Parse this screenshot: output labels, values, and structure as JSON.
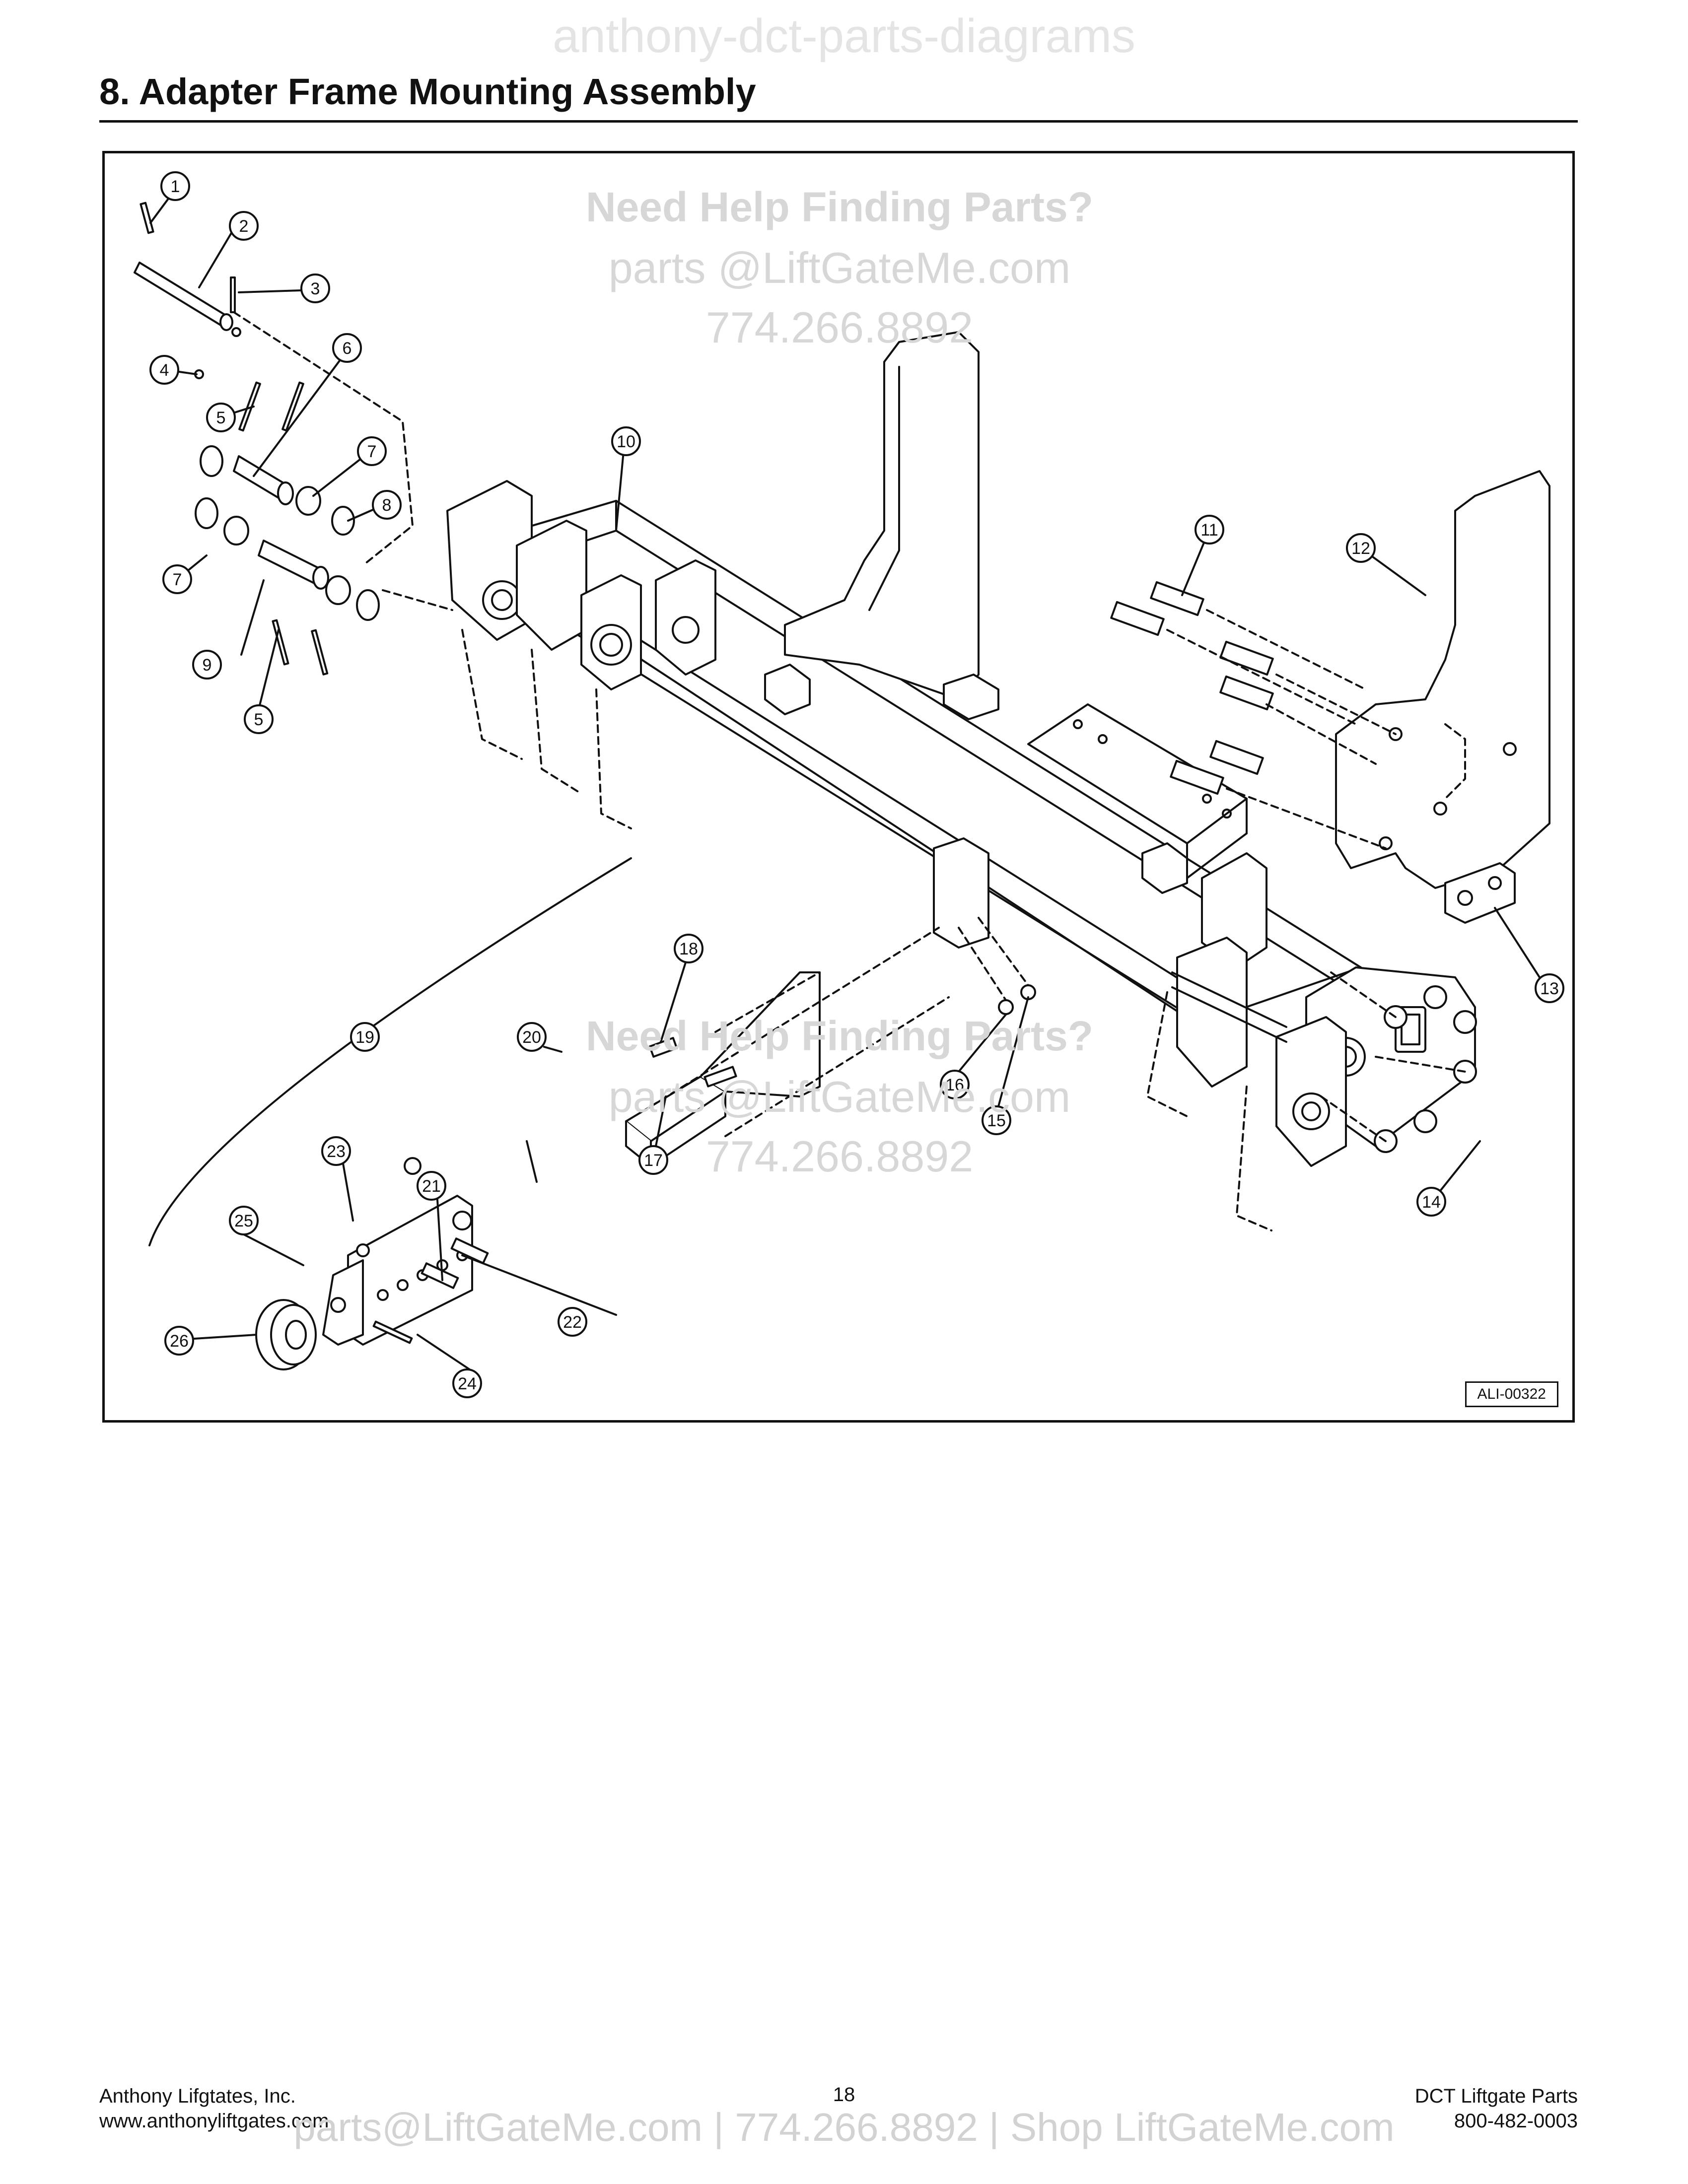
{
  "header": {
    "watermark": "anthony-dct-parts-diagrams",
    "section_title": "8.  Adapter Frame Mounting Assembly"
  },
  "diagram": {
    "watermark_help": "Need Help Finding Parts?",
    "watermark_email": "parts @LiftGateMe.com",
    "watermark_phone": "774.266.8892",
    "figure_code": "ALI-00322",
    "callouts": [
      "1",
      "2",
      "3",
      "4",
      "5",
      "6",
      "7",
      "8",
      "9",
      "5",
      "7",
      "10",
      "11",
      "12",
      "13",
      "14",
      "15",
      "16",
      "17",
      "18",
      "19",
      "20",
      "21",
      "22",
      "23",
      "24",
      "25",
      "26"
    ]
  },
  "footer": {
    "company": "Anthony Lifgtates, Inc.",
    "website": "www.anthonyliftgates.com",
    "page_number": "18",
    "doc_title": "DCT Liftgate Parts",
    "phone": "800-482-0003",
    "banner": "parts@LiftGateMe.com | 774.266.8892 | Shop LiftGateMe.com"
  }
}
